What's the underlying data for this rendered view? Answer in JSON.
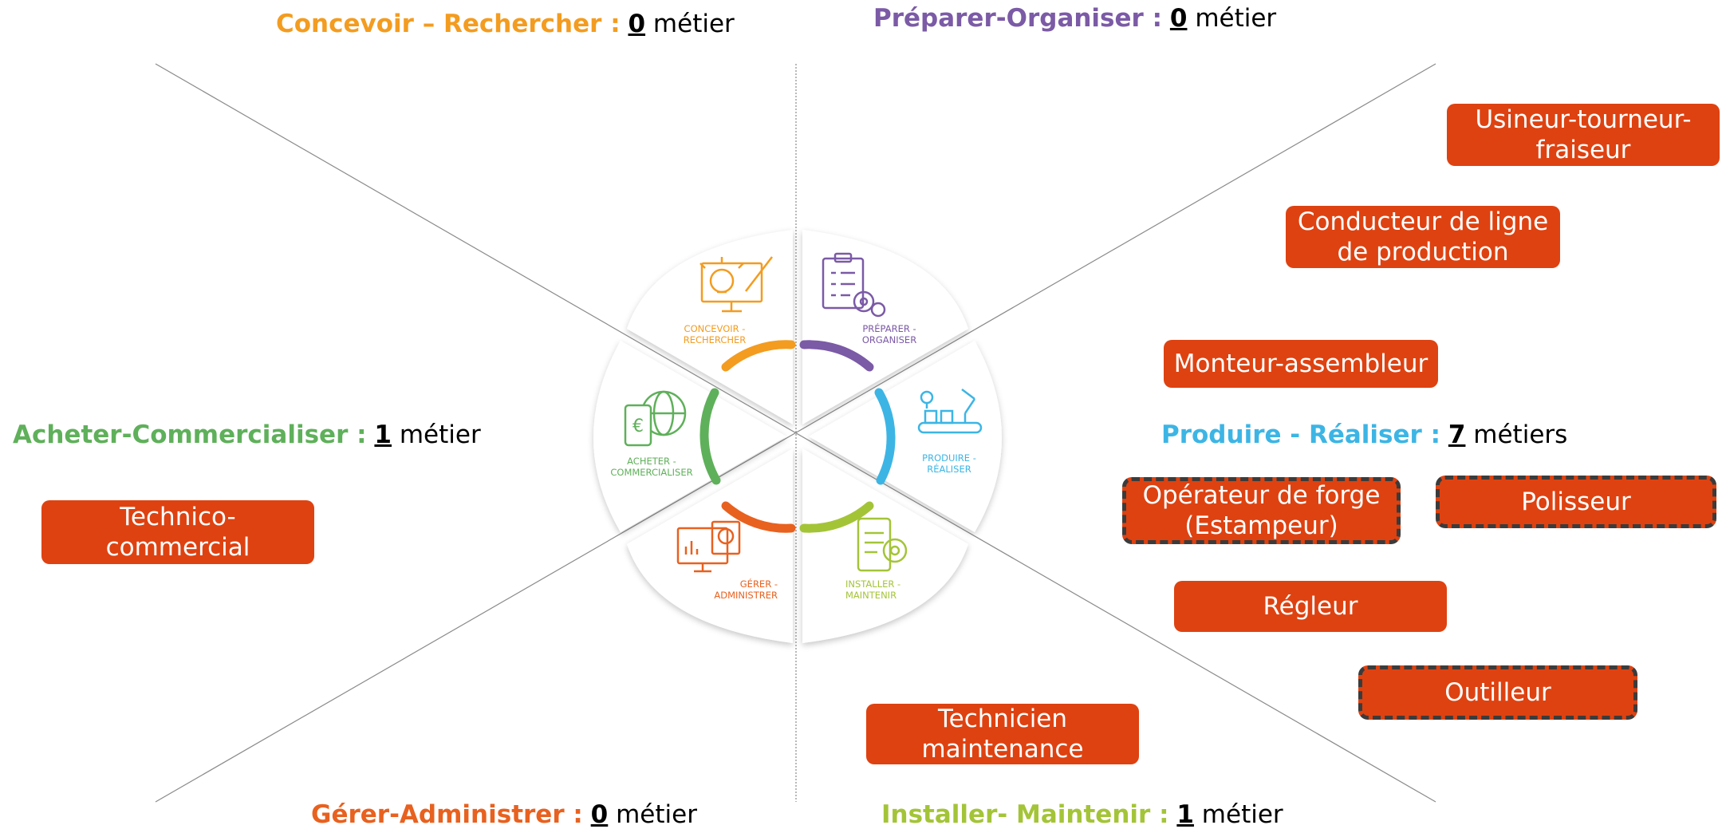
{
  "headers": {
    "concevoir": {
      "category": "Concevoir – Rechercher :",
      "count": "0",
      "unit": "métier",
      "color": "#f39c20"
    },
    "preparer": {
      "category": "Préparer-Organiser :",
      "count": "0",
      "unit": "métier",
      "color": "#7b5aa6"
    },
    "acheter": {
      "category": "Acheter-Commercialiser :",
      "count": "1",
      "unit": "métier",
      "color": "#5fb05a"
    },
    "produire": {
      "category": "Produire - Réaliser :",
      "count": "7",
      "unit": "métiers",
      "color": "#3cb5e5"
    },
    "gerer": {
      "category": "Gérer-Administrer :",
      "count": "0",
      "unit": "métier",
      "color": "#e8611f"
    },
    "installer": {
      "category": "Installer- Maintenir :",
      "count": "1",
      "unit": "métier",
      "color": "#a4c438"
    }
  },
  "jobs": {
    "usineur": "Usineur-tourneur-fraiseur",
    "conducteur": "Conducteur de ligne de production",
    "monteur": "Monteur-assembleur",
    "operateur": "Opérateur de forge (Estampeur)",
    "polisseur": "Polisseur",
    "regleur": "Régleur",
    "outilleur": "Outilleur",
    "technicien": "Technicien maintenance",
    "technico": "Technico-commercial"
  },
  "wheel": {
    "concevoir": {
      "line1": "CONCEVOIR -",
      "line2": "RECHERCHER",
      "icon": "lightbulb-drawing-icon",
      "color": "#f39c20"
    },
    "preparer": {
      "line1": "PRÉPARER -",
      "line2": "ORGANISER",
      "icon": "clipboard-gears-icon",
      "color": "#7b5aa6"
    },
    "produire": {
      "line1": "PRODUIRE -",
      "line2": "RÉALISER",
      "icon": "robot-arm-conveyor-icon",
      "color": "#3cb5e5"
    },
    "installer": {
      "line1": "INSTALLER -",
      "line2": "MAINTENIR",
      "icon": "tablet-gear-icon",
      "color": "#a4c438"
    },
    "gerer": {
      "line1": "GÉRER -",
      "line2": "ADMINISTRER",
      "icon": "monitor-charts-icon",
      "color": "#e8611f"
    },
    "acheter": {
      "line1": "ACHETER -",
      "line2": "COMMERCIALISER",
      "icon": "globe-euro-tablet-icon",
      "color": "#5fb05a"
    }
  }
}
